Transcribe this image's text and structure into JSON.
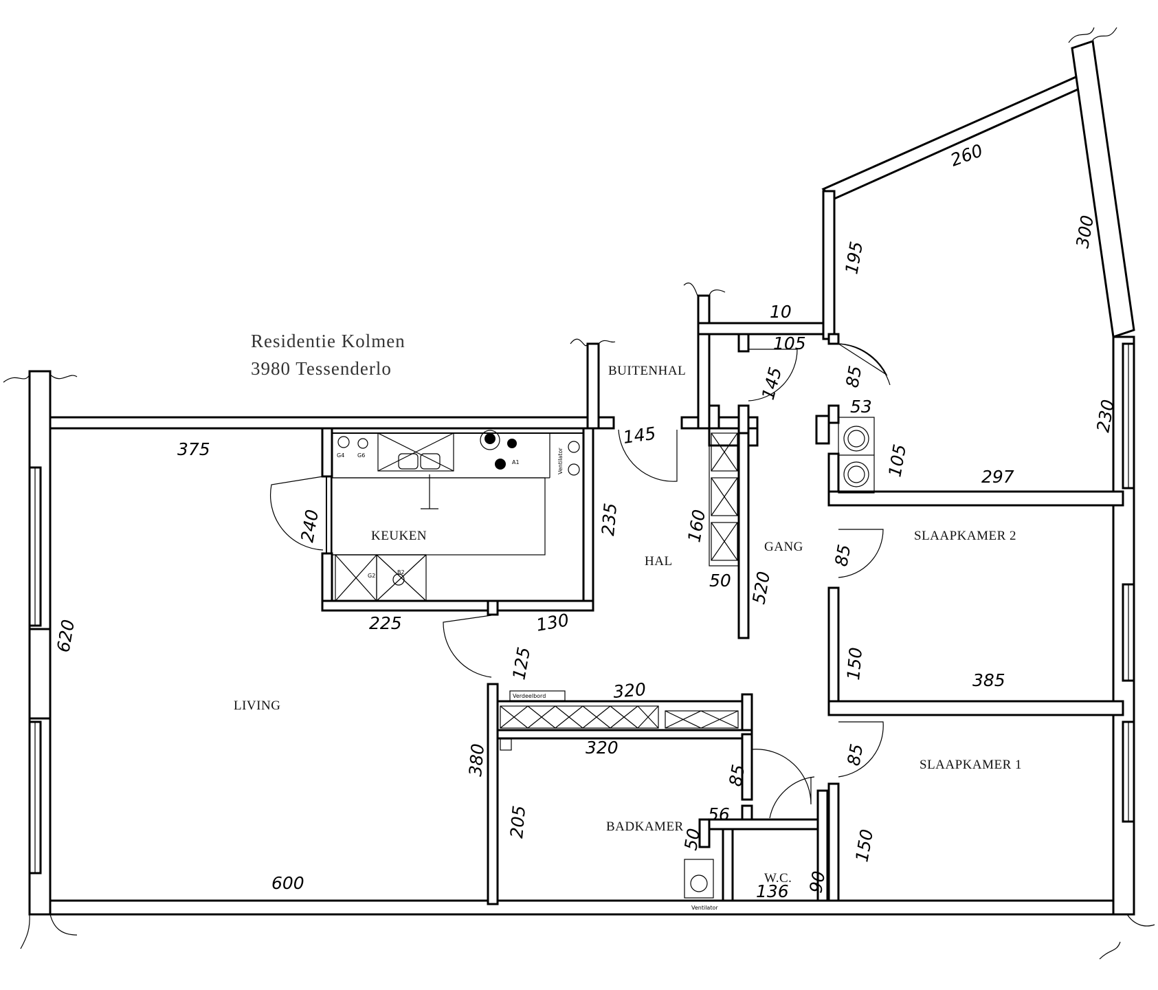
{
  "header": {
    "line1": "Residentie Kolmen",
    "line2": "3980 Tessenderlo"
  },
  "rooms": {
    "living": "LIVING",
    "keuken": "KEUKEN",
    "hal": "HAL",
    "buitenhal": "BUITENHAL",
    "gang": "GANG",
    "slaapkamer2": "SLAAPKAMER 2",
    "slaapkamer1": "SLAAPKAMER 1",
    "badkamer": "BADKAMER",
    "wc": "W.C."
  },
  "small_labels": {
    "verdeelbord": "Verdeelbord",
    "ventilator_bottom": "Ventilator",
    "ventilator_kitchen": "Ventilator",
    "g4": "G4",
    "g6": "G6",
    "g2": "G2",
    "b2": "B2",
    "a1": "A1"
  },
  "dimensions": {
    "d375": "375",
    "d620": "620",
    "d240": "240",
    "d235": "235",
    "d225": "225",
    "d130": "130",
    "d125": "125",
    "d380": "380",
    "d600": "600",
    "d205": "205",
    "d320a": "320",
    "d320b": "320",
    "d145a": "145",
    "d160": "160",
    "d50a": "50",
    "d520": "520",
    "d145b": "145",
    "d105a": "105",
    "d10": "10",
    "d195": "195",
    "d260": "260",
    "d300": "300",
    "d85a": "85",
    "d53": "53",
    "d105b": "105",
    "d230": "230",
    "d297": "297",
    "d85b": "85",
    "d150a": "150",
    "d385": "385",
    "d85c": "85",
    "d150b": "150",
    "d85d": "85",
    "d56": "56",
    "d50b": "50",
    "d90": "90",
    "d136": "136"
  }
}
